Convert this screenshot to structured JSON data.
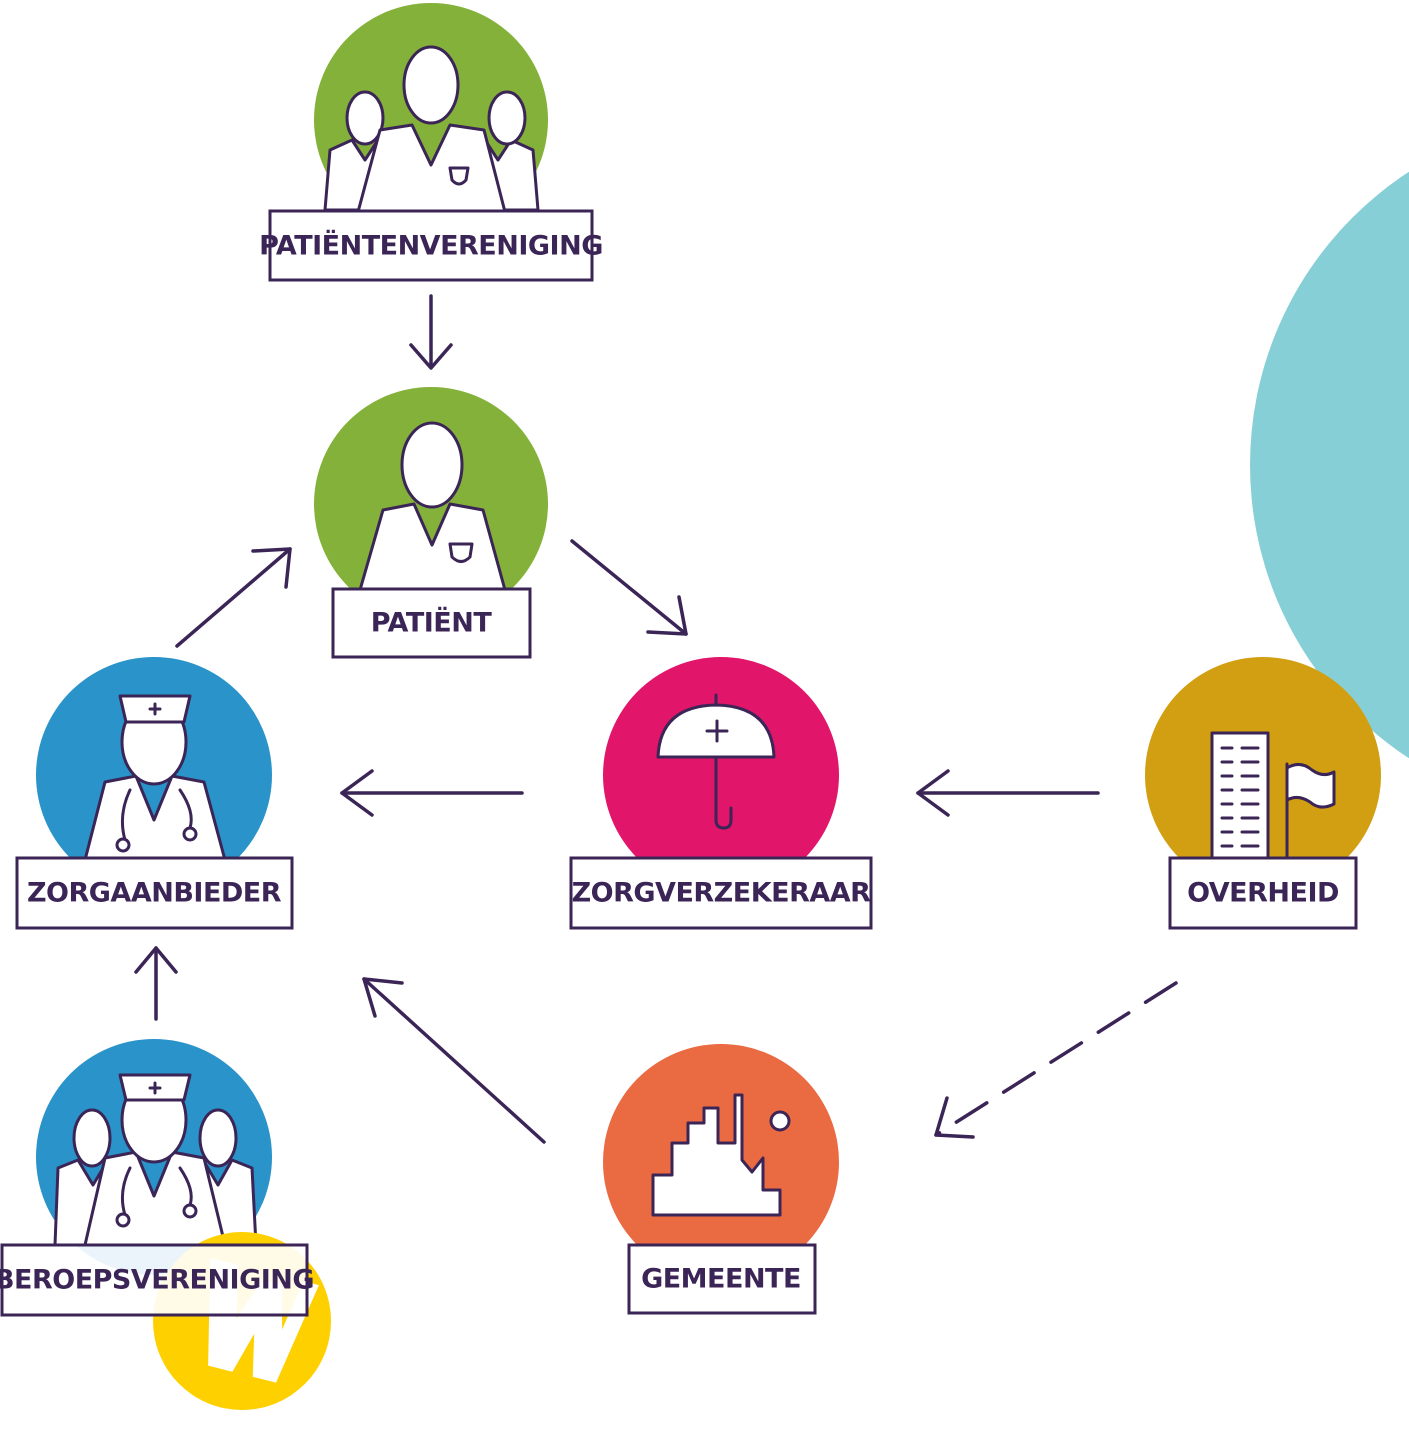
{
  "colors": {
    "patient_green": "#84b13a",
    "provider_blue": "#2a93c9",
    "insurer_magenta": "#e1156a",
    "government_gold": "#d29f12",
    "municipality_orange": "#ea6a42",
    "background_teal": "#87cfd6",
    "outline_purple": "#3b2556",
    "badge_yellow": "#ffd000"
  },
  "nodes": {
    "patientenvereniging": {
      "label": "PATIËNTENVERENIGING",
      "icon": "patient-group-icon"
    },
    "patient": {
      "label": "PATIËNT",
      "icon": "patient-icon"
    },
    "zorgaanbieder": {
      "label": "ZORGAANBIEDER",
      "icon": "nurse-icon"
    },
    "zorgverzekeraar": {
      "label": "ZORGVERZEKERAAR",
      "icon": "umbrella-icon"
    },
    "overheid": {
      "label": "OVERHEID",
      "icon": "government-building-icon"
    },
    "beroepsvereniging": {
      "label": "BEROEPSVERENIGING",
      "icon": "nurse-group-icon"
    },
    "gemeente": {
      "label": "GEMEENTE",
      "icon": "town-icon"
    }
  },
  "badge": {
    "letter": "W",
    "icon": "w-logo-icon"
  },
  "edges": [
    {
      "from": "patientenvereniging",
      "to": "patient",
      "style": "solid"
    },
    {
      "from": "patient",
      "to": "zorgverzekeraar",
      "style": "solid"
    },
    {
      "from": "zorgaanbieder",
      "to": "patient",
      "style": "solid"
    },
    {
      "from": "zorgverzekeraar",
      "to": "zorgaanbieder",
      "style": "solid"
    },
    {
      "from": "overheid",
      "to": "zorgverzekeraar",
      "style": "solid"
    },
    {
      "from": "beroepsvereniging",
      "to": "zorgaanbieder",
      "style": "solid"
    },
    {
      "from": "gemeente",
      "to": "zorgaanbieder",
      "style": "solid"
    },
    {
      "from": "overheid",
      "to": "gemeente",
      "style": "dashed"
    }
  ]
}
